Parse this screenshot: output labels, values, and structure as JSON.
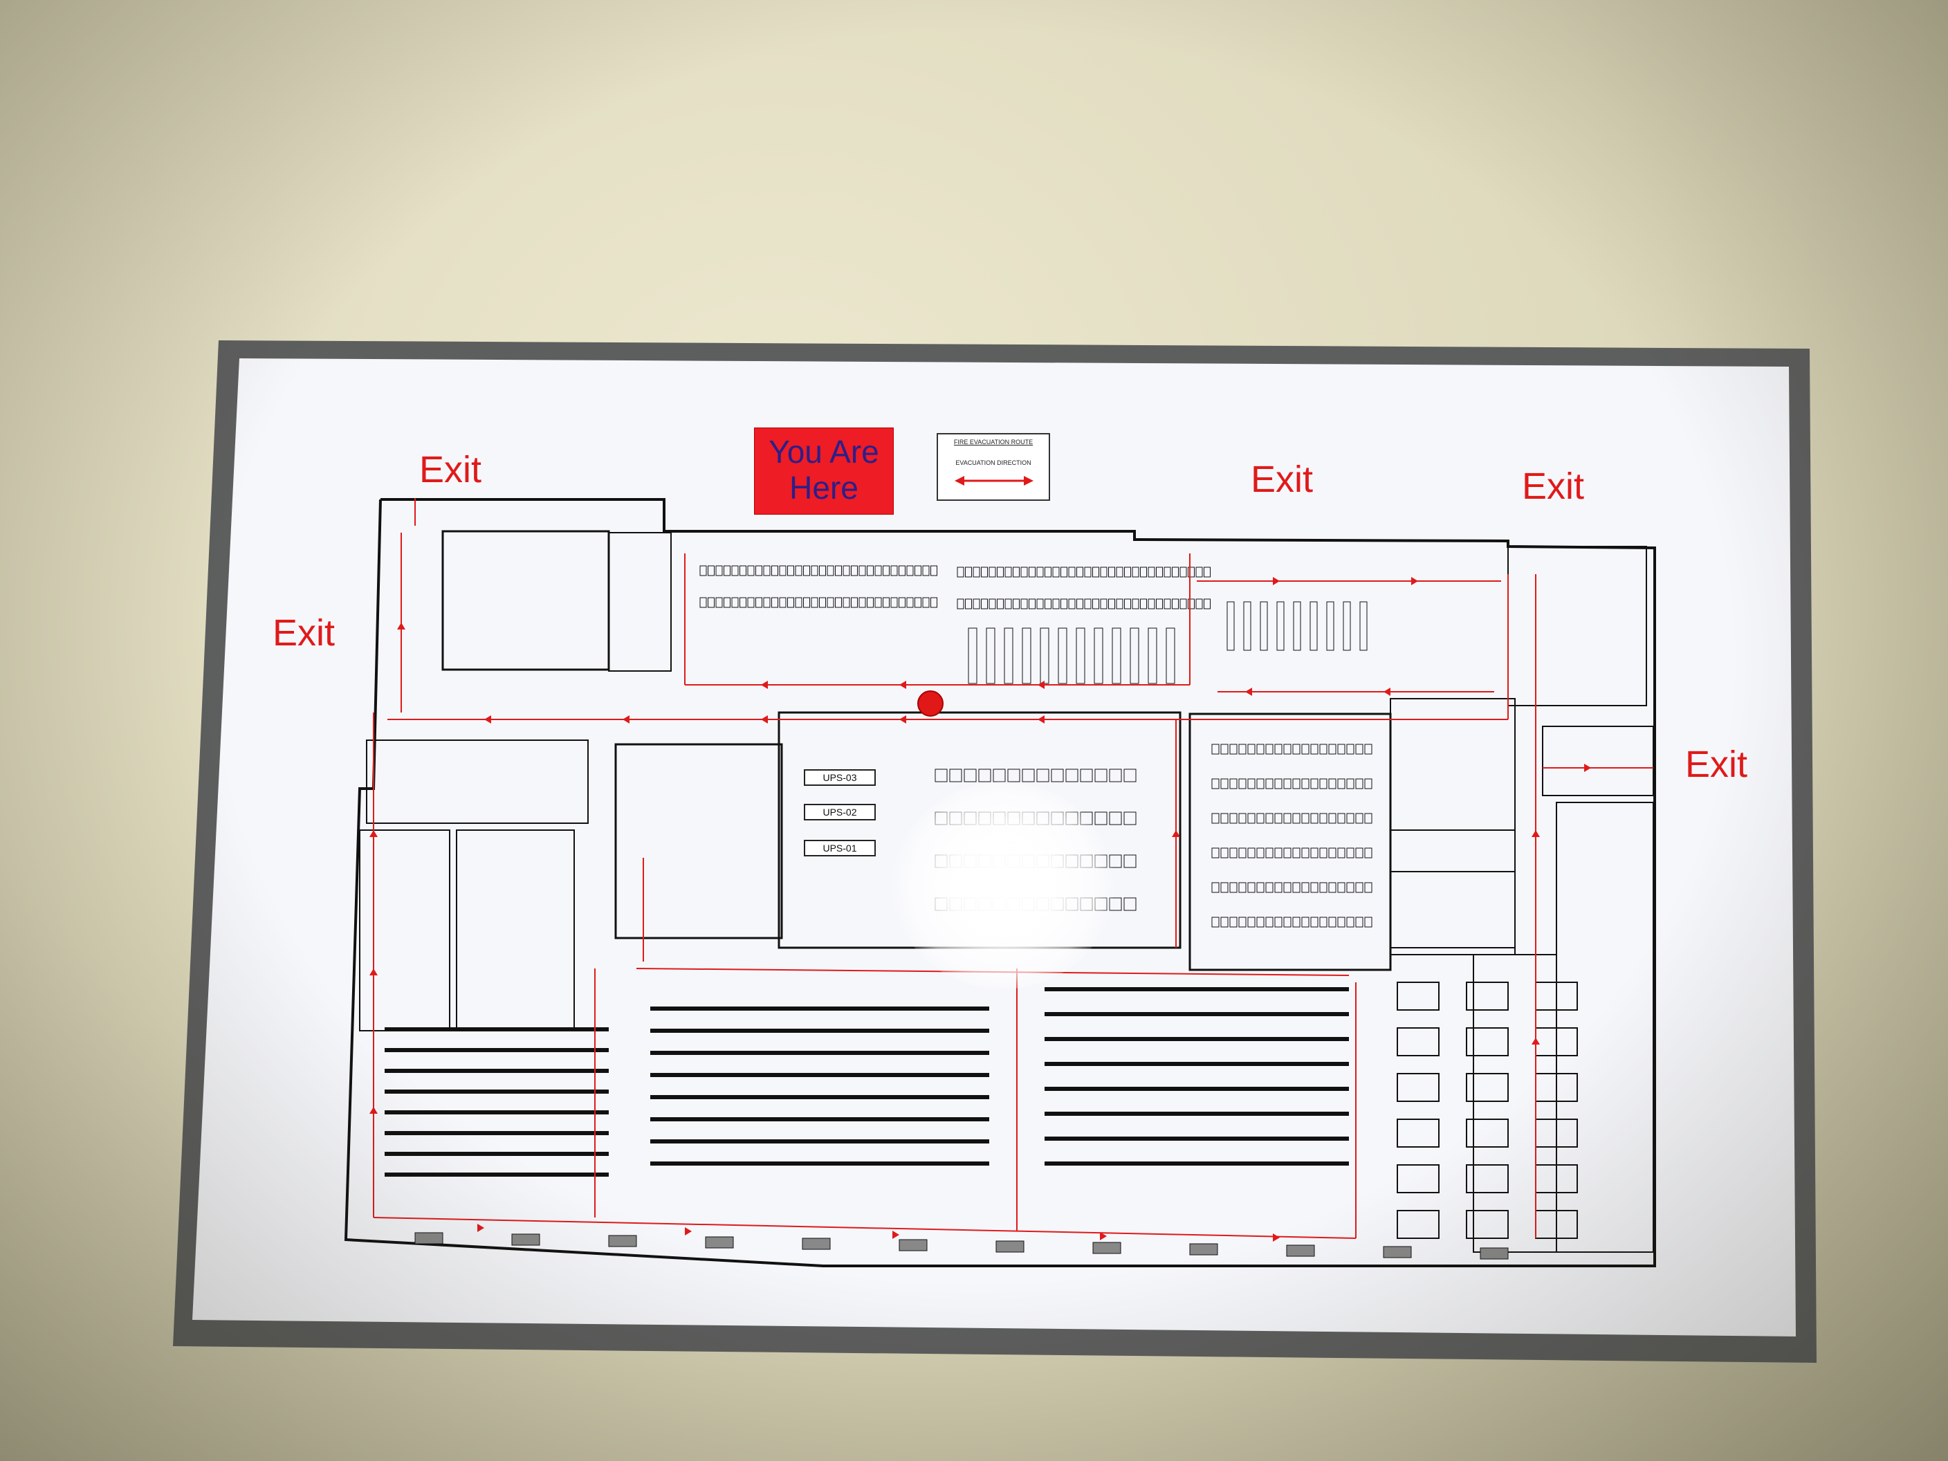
{
  "sign": {
    "exit_labels": [
      "Exit",
      "Exit",
      "Exit",
      "Exit",
      "Exit"
    ],
    "you_are_here": [
      "You Are",
      "Here"
    ],
    "legend": {
      "title": "FIRE EVACUATION ROUTE",
      "direction": "EVACUATION DIRECTION"
    },
    "ups_units": [
      "UPS-03",
      "UPS-02",
      "UPS-01"
    ]
  },
  "colors": {
    "route_red": "#e01a1a",
    "you_are_here_bg": "#ee1c24",
    "you_are_here_text": "#2b1f8a",
    "frame_gray": "#6e6e6e",
    "wall": "#e4e0c6"
  }
}
